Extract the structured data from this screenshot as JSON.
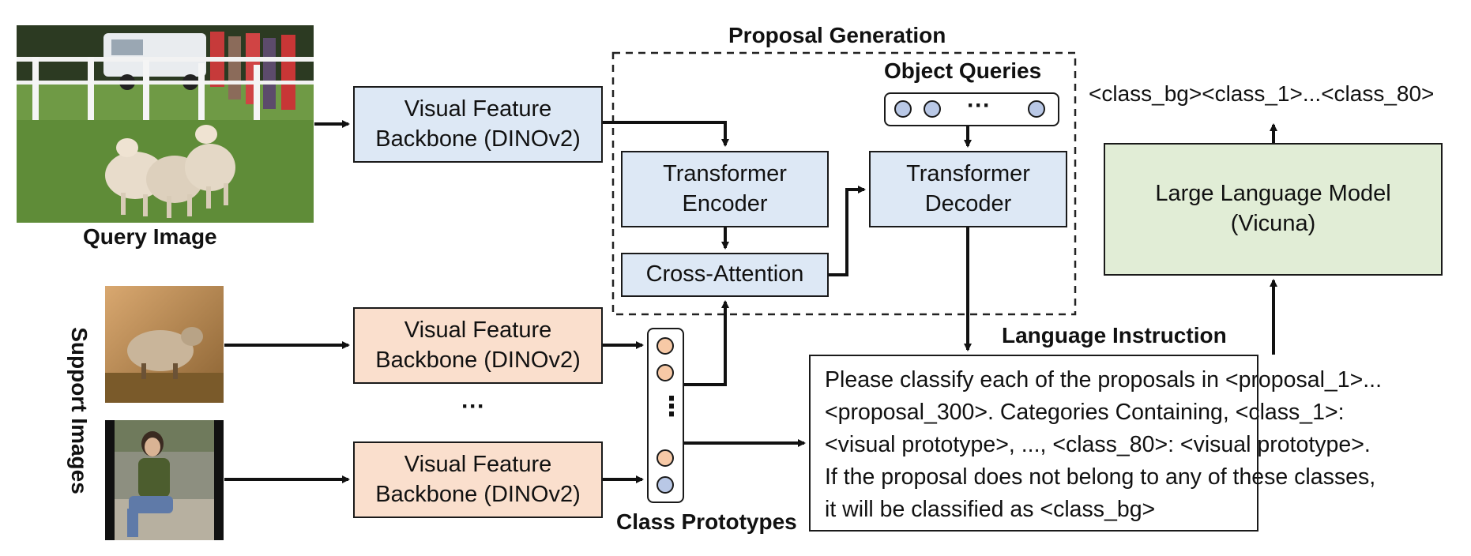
{
  "blocks": {
    "backbone_query": [
      "Visual Feature",
      "Backbone (DINOv2)"
    ],
    "backbone_support_1": [
      "Visual Feature",
      "Backbone (DINOv2)"
    ],
    "backbone_support_2": [
      "Visual Feature",
      "Backbone (DINOv2)"
    ],
    "transformer_encoder": [
      "Transformer",
      "Encoder"
    ],
    "transformer_decoder": [
      "Transformer",
      "Decoder"
    ],
    "cross_attention": "Cross-Attention",
    "llm": [
      "Large Language Model",
      "(Vicuna)"
    ]
  },
  "labels": {
    "proposal_generation": "Proposal Generation",
    "object_queries": "Object Queries",
    "query_image": "Query Image",
    "support_images": "Support Images",
    "class_prototypes": "Class Prototypes",
    "language_instruction": "Language Instruction",
    "llm_output": "<class_bg><class_1>...<class_80>",
    "support_ellipsis": "···",
    "query_ellipsis": "···",
    "prototype_ellipsis": "⋮"
  },
  "instruction_lines": [
    "Please classify each of the proposals in <proposal_1>...",
    "<proposal_300>. Categories Containing, <class_1>:",
    "<visual prototype>, ..., <class_80>: <visual prototype>.",
    "If the proposal does not belong to any of these classes,",
    "it will be classified as <class_bg>"
  ],
  "colors": {
    "blue_block": "#dde8f5",
    "peach_block": "#fadfcd",
    "green_block": "#e1edd6",
    "query_circle": "#b9c8e6",
    "prototype_circle": "#f7c9a6",
    "background_prototype_circle": "#b9c8e6"
  }
}
